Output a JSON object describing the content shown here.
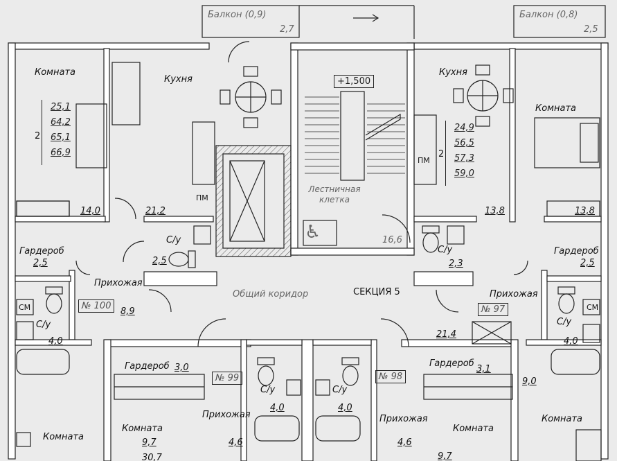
{
  "balconies": [
    {
      "label": "Балкон (0,9)",
      "area": "2,7"
    },
    {
      "label": "Балкон (0,8)",
      "area": "2,5"
    }
  ],
  "stair": {
    "level": "+1,500",
    "label": "Лестничная клетка",
    "area": "16,6"
  },
  "corridor": {
    "label": "Общий коридор",
    "section": "СЕКЦИЯ 5"
  },
  "apt100": {
    "number": "№ 100",
    "rooms": "2",
    "areas": [
      "25,1",
      "64,2",
      "65,1",
      "66,9"
    ],
    "room_label": "Комната",
    "room_area": "14,0",
    "kitchen_label": "Кухня",
    "kitchen_area": "21,2",
    "wardrobe_label": "Гардероб",
    "wardrobe_area": "2,5",
    "hall_label": "Прихожая",
    "hall_area": "8,9",
    "bath1_label": "С/у",
    "bath1_area": "2,5",
    "bath2_label": "С/у",
    "bath2_area": "4,0",
    "sm": "СМ",
    "pm": "ПМ"
  },
  "apt97": {
    "number": "№ 97",
    "rooms": "2",
    "areas": [
      "24,9",
      "56,5",
      "57,3",
      "59,0"
    ],
    "kitchen_label": "Кухня",
    "kitchen_area": "13,8",
    "room_label": "Комната",
    "room_area": "13,8",
    "bath1_label": "С/у",
    "bath1_area": "2,3",
    "wardrobe_label": "Гардероб",
    "wardrobe_area": "2,5",
    "hall_label": "Прихожая",
    "hall_area": "21,4",
    "bath2_label": "С/у",
    "bath2_area": "4,0",
    "sm": "СМ",
    "pm": "ПМ"
  },
  "apt99": {
    "number": "№ 99",
    "wardrobe_label": "Гардероб",
    "wardrobe_area": "3,0",
    "bath_label": "С/у",
    "bath_area": "4,0",
    "hall_label": "Прихожая",
    "hall_area": "4,6",
    "room_label": "Комната",
    "room_area": "9,7",
    "room_area2": "30,7",
    "room2_label": "Комната"
  },
  "apt98": {
    "number": "№ 98",
    "wardrobe_label": "Гардероб",
    "wardrobe_area": "3,1",
    "bath_label": "С/у",
    "bath_area": "4,0",
    "hall_label": "Прихожая",
    "hall_area": "4,6",
    "room_label": "Комната",
    "room_area": "9,7",
    "room2_label": "Комната",
    "area_9": "9,0"
  }
}
